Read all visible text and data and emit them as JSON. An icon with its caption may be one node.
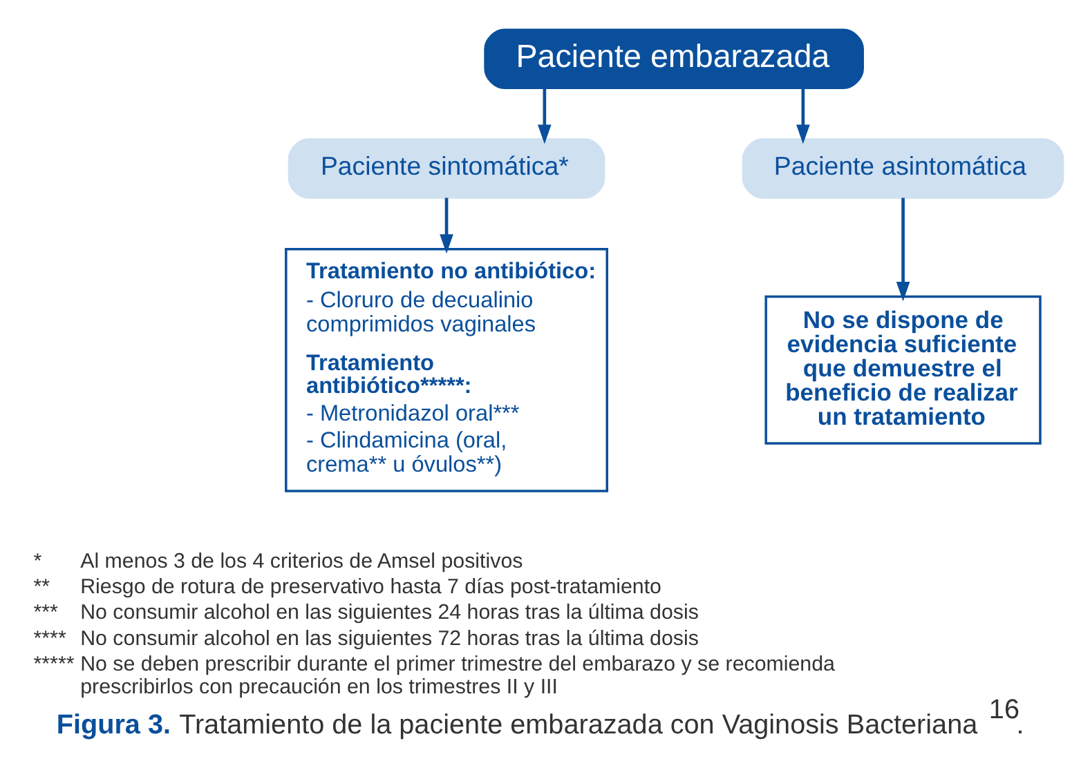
{
  "diagram": {
    "caption": "**Figura 3.** Tratamiento de la paciente embarazada con Vaginosis Bacteriana$^{16}$.",
    "nodes": [
      {
        "text": [
          "Paciente embarazada"
        ]
      },
      {
        "text": [
          "Paciente sintomática*"
        ]
      },
      {
        "text": [
          "Paciente asintomática"
        ]
      },
      {
        "text": [
          "Tratamiento no antibiótico:",
          "- Cloruro de decualinio comprimidos vaginales",
          "Tratamiento antibiótico*****:",
          "- Metronidazol oral***",
          "- Clindamicina (oral, crema** u óvulos**)"
        ]
      },
      {
        "text": [
          "No se dispone de evidencia suficiente que demuestre el beneficio de realizar un tratamiento"
        ]
      }
    ],
    "edges": [
      {
        "from": 0,
        "to": 1,
        "arrow": "to"
      },
      {
        "from": 0,
        "to": 2,
        "arrow": "to"
      },
      {
        "from": 1,
        "to": 3,
        "arrow": "to"
      },
      {
        "from": 2,
        "to": 4,
        "arrow": "to"
      }
    ],
    "labels": [
      "*",
      "Al menos 3 de los 4 criterios de Amsel positivos",
      "**",
      "Riesgo de rotura de preservativo hasta 7 días post-tratamiento",
      "***",
      "No consumir alcohol en las siguientes 24 horas tras la última dosis",
      "****",
      "No consumir alcohol en las siguientes 72 horas tras la última dosis",
      "*****",
      "No se deben prescribir durante el primer trimestre del embarazo y se recomienda prescribirlos con precaución en los trimestres II y III"
    ]
  }
}
